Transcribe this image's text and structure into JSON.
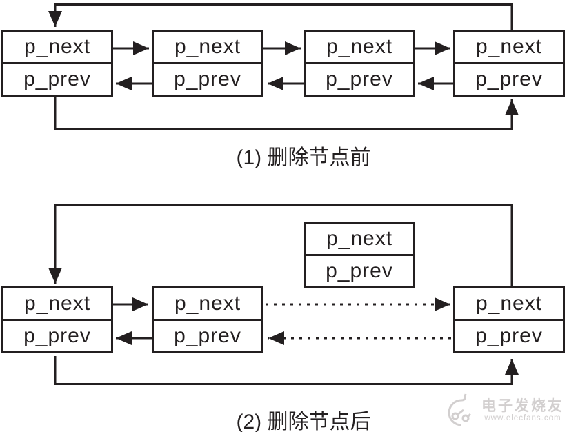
{
  "colors": {
    "line": "#231f20",
    "box_background": "#ffffff",
    "page_background": "#ffffff",
    "watermark_gray": "#d2cfcf"
  },
  "diagram_before": {
    "caption": "(1) 删除节点前",
    "nodes": [
      {
        "next": "p_next",
        "prev": "p_prev"
      },
      {
        "next": "p_next",
        "prev": "p_prev"
      },
      {
        "next": "p_next",
        "prev": "p_prev"
      },
      {
        "next": "p_next",
        "prev": "p_prev"
      }
    ]
  },
  "diagram_after": {
    "caption": "(2) 删除节点后",
    "nodes": [
      {
        "next": "p_next",
        "prev": "p_prev"
      },
      {
        "next": "p_next",
        "prev": "p_prev"
      },
      {
        "next": "p_next",
        "prev": "p_prev"
      },
      {
        "next": "p_next",
        "prev": "p_prev"
      }
    ],
    "detached_node_note": "deleted node shown lifted out, linked only by dotted arrows bypassing it"
  },
  "watermark": {
    "brand": "电子发烧友",
    "url": "www.elecfans.com",
    "logo": "circuit-circle-logo"
  }
}
